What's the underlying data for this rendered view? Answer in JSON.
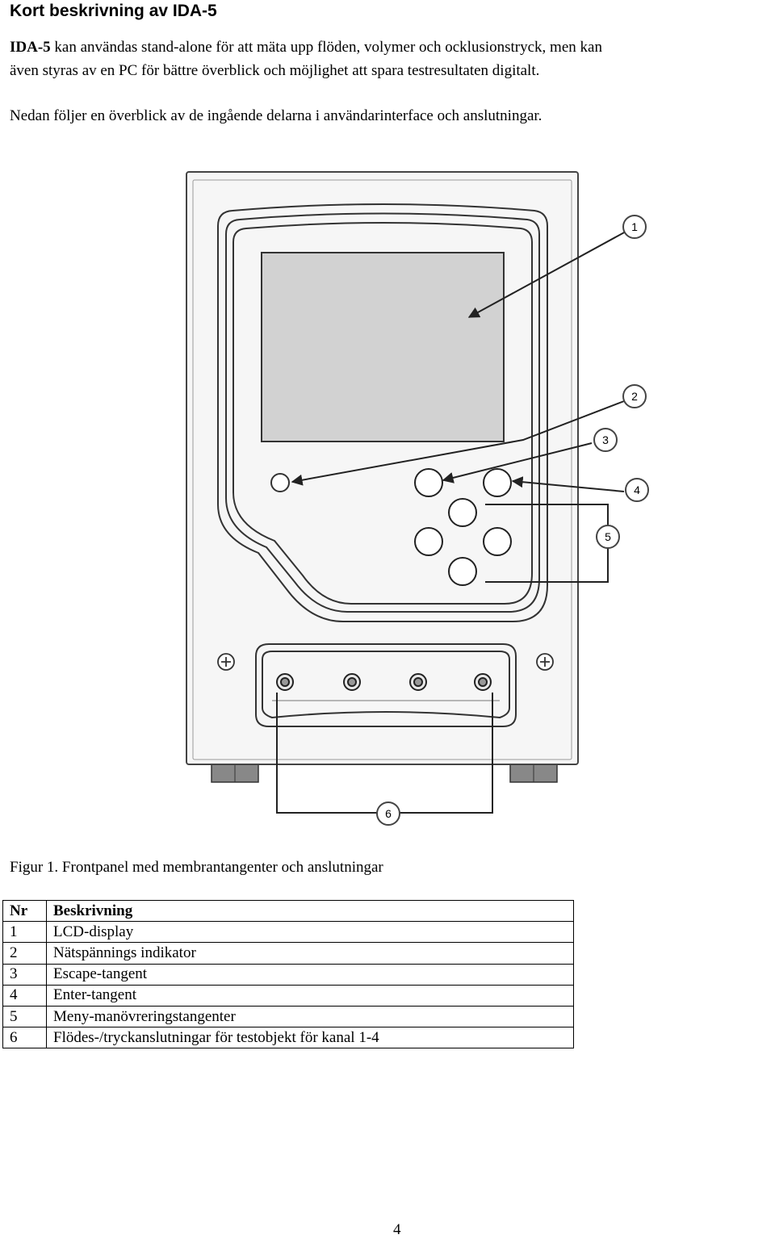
{
  "heading": "Kort beskrivning av IDA-5",
  "intro": {
    "bold": "IDA-5",
    "line1_rest": " kan användas stand-alone för att mäta upp flöden, volymer och ocklusionstryck, men kan",
    "line2": "även styras av en PC för bättre överblick och möjlighet att spara testresultaten digitalt."
  },
  "overview": "Nedan följer en överblick av de ingående delarna i användarinterface och anslutningar.",
  "figure": {
    "callouts": [
      "1",
      "2",
      "3",
      "4",
      "5",
      "6"
    ]
  },
  "caption": "Figur 1. Frontpanel med membrantangenter och anslutningar",
  "table": {
    "headers": [
      "Nr",
      "Beskrivning"
    ],
    "rows": [
      [
        "1",
        "LCD-display"
      ],
      [
        "2",
        "Nätspännings indikator"
      ],
      [
        "3",
        "Escape-tangent"
      ],
      [
        "4",
        "Enter-tangent"
      ],
      [
        "5",
        "Meny-manövreringstangenter"
      ],
      [
        "6",
        "Flödes-/tryckanslutningar för testobjekt för kanal 1-4"
      ]
    ]
  },
  "page_number": "4"
}
